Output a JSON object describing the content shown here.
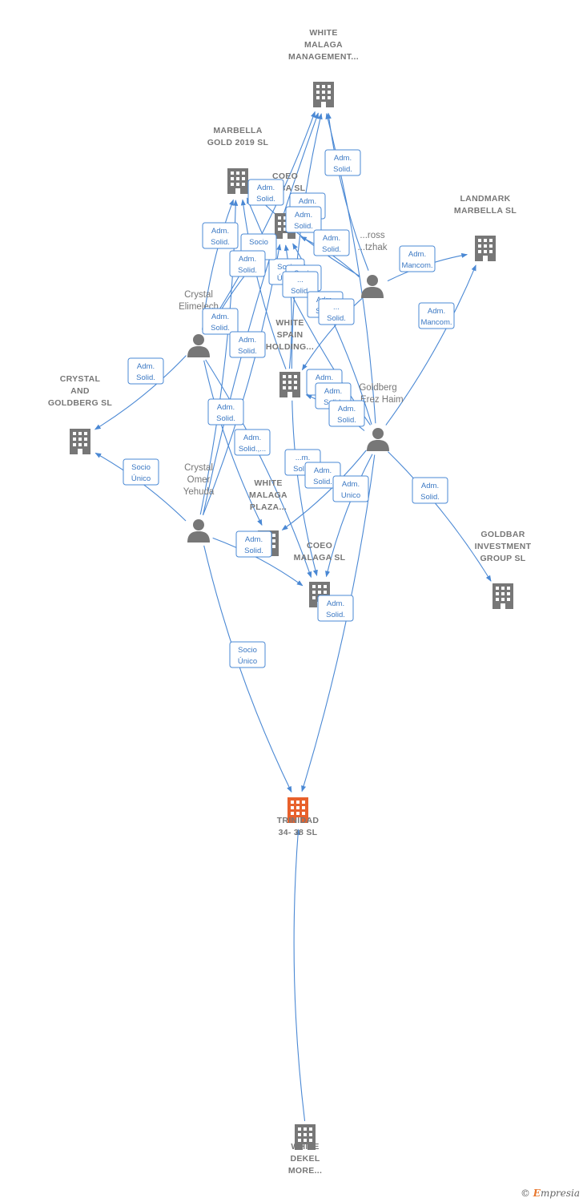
{
  "nodes": [
    {
      "id": "wmm",
      "type": "company",
      "label": [
        "WHITE",
        "MALAGA",
        "MANAGEMENT..."
      ]
    },
    {
      "id": "mg",
      "type": "company",
      "label": [
        "MARBELLA",
        "GOLD 2019  SL"
      ]
    },
    {
      "id": "coeo_cor",
      "type": "company",
      "label": [
        "COEO",
        "...OBA  SL"
      ]
    },
    {
      "id": "lm",
      "type": "company",
      "label": [
        "LANDMARK",
        "MARBELLA  SL"
      ]
    },
    {
      "id": "cg",
      "type": "company",
      "label": [
        "CRYSTAL",
        "AND",
        "GOLDBERG  SL"
      ]
    },
    {
      "id": "wsh",
      "type": "company",
      "label": [
        "WHITE",
        "SPAIN",
        "HOLDING..."
      ]
    },
    {
      "id": "wmp",
      "type": "company",
      "label": [
        "WHITE",
        "MALAGA",
        "PLAZA..."
      ]
    },
    {
      "id": "cm",
      "type": "company",
      "label": [
        "COEO",
        "MALAGA  SL"
      ]
    },
    {
      "id": "gig",
      "type": "company",
      "label": [
        "GOLDBAR",
        "INVESTMENT",
        "GROUP  SL"
      ]
    },
    {
      "id": "tri",
      "type": "company",
      "highlight": true,
      "label": [
        "TRINIDAD",
        "34- 38  SL"
      ]
    },
    {
      "id": "wdm",
      "type": "company",
      "label": [
        "WHITE",
        "DEKEL",
        "MORE..."
      ]
    },
    {
      "id": "ce",
      "type": "person",
      "label": [
        "Crystal",
        "Elimelech"
      ]
    },
    {
      "id": "coy",
      "type": "person",
      "label": [
        "Crystal",
        "Omer",
        "Yehuda"
      ]
    },
    {
      "id": "gi",
      "type": "person",
      "label": [
        "...ross",
        "...tzhak"
      ]
    },
    {
      "id": "gh",
      "type": "person",
      "label": [
        "Goldberg",
        "...Erez Haim"
      ]
    }
  ],
  "badges": [
    [
      "Adm.",
      "Solid."
    ],
    [
      "Adm.",
      "Solid."
    ],
    [
      "Adm.",
      "Solid."
    ],
    [
      "Socio",
      "Único"
    ],
    [
      "Adm.",
      "Solid."
    ],
    [
      "Adm.",
      "Solid."
    ],
    [
      "Socio",
      "..."
    ],
    [
      "Adm.",
      "Solid."
    ],
    [
      "Adm.",
      "Solid."
    ],
    [
      "Adm.",
      "Mancom."
    ],
    [
      "Socio",
      "Único"
    ],
    [
      "...",
      "Solid."
    ],
    [
      "Adm.",
      "Solid."
    ],
    [
      "...",
      "Solid."
    ],
    [
      "Adm.",
      "Solid."
    ],
    [
      "Adm.",
      "Mancom."
    ],
    [
      "Adm.",
      "Solid."
    ],
    [
      "Adm.",
      "Solid."
    ],
    [
      "Adm.",
      "Solid."
    ],
    [
      "Adm.",
      "Solid."
    ],
    [
      "Adm.",
      "Solid."
    ],
    [
      "Adm.",
      "Solid."
    ],
    [
      "Adm.",
      "Solid.,..."
    ],
    [
      "Socio",
      "Único"
    ],
    [
      "...m.",
      "Solid."
    ],
    [
      "Adm.",
      "Solid."
    ],
    [
      "Adm.",
      "Unico"
    ],
    [
      "Adm.",
      "Solid."
    ],
    [
      "Adm.",
      "Solid."
    ],
    [
      "Adm.",
      "Solid."
    ],
    [
      "Socio",
      "Único"
    ]
  ],
  "colors": {
    "edge": "#4a88d4",
    "company": "#777777",
    "highlight": "#e8612c"
  },
  "footer": {
    "symbol": "©",
    "brand_initial": "E",
    "brand_rest": "mpresia"
  }
}
